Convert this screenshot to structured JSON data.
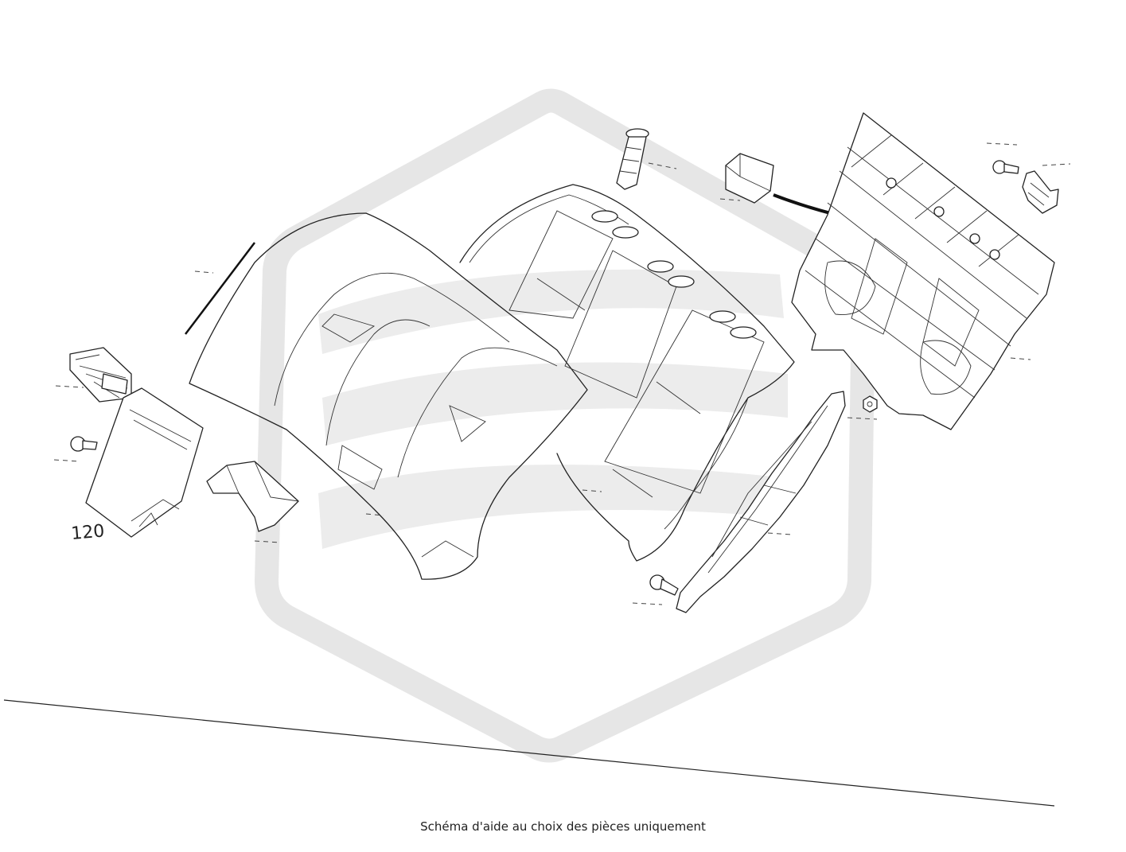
{
  "diagram": {
    "callouts": [
      {
        "id": "callout-120",
        "text": "120"
      }
    ],
    "caption": "Schéma d'aide au choix des pièces uniquement"
  }
}
